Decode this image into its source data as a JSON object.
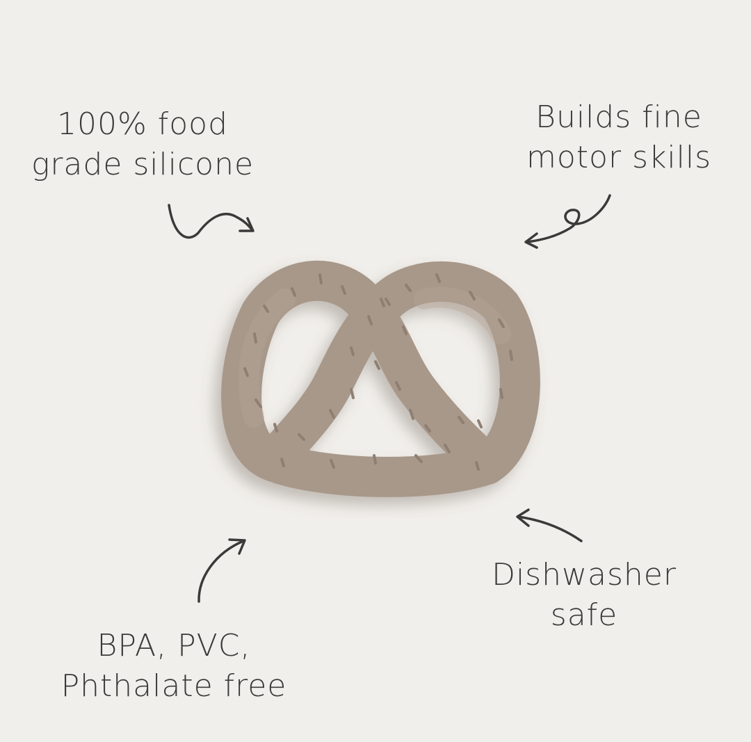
{
  "callouts": {
    "food_grade": {
      "line1": "100% food",
      "line2": "grade silicone"
    },
    "fine_motor": {
      "line1": "Builds fine",
      "line2": "motor skills"
    },
    "bpa_free": {
      "line1": "BPA, PVC,",
      "line2": "Phthalate free"
    },
    "dishwasher": {
      "line1": "Dishwasher",
      "line2": "safe"
    }
  },
  "colors": {
    "background": "#f1efeb",
    "pretzel": "#a8988a",
    "pretzel_shadow": "#8f7f72",
    "ink": "#3a3a3a"
  },
  "icons": [
    "pretzel-teether-image",
    "squiggle-arrow-icon",
    "loop-arrow-icon",
    "curved-arrow-icon",
    "arrow-icon"
  ]
}
